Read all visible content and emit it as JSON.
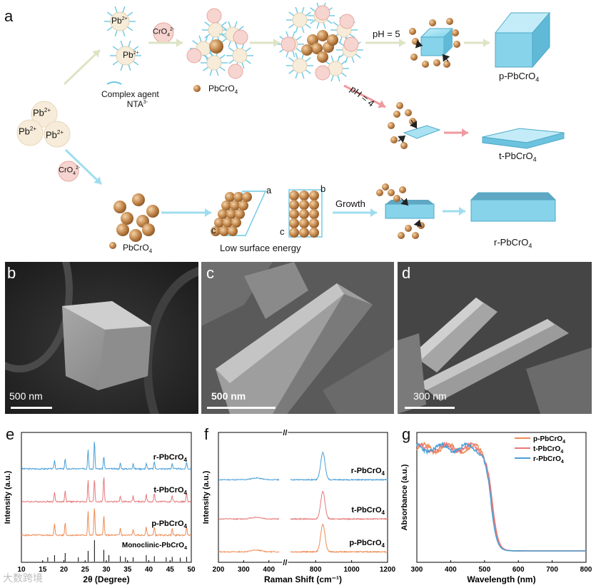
{
  "panel_a": {
    "letter": "a",
    "pb": "Pb",
    "pb_sup": "2+",
    "cro4": "CrO",
    "cro4_sub": "4",
    "cro4_sup": "2-",
    "complex_agent": "Complex agent",
    "nta": "NTA",
    "nta_sup": "3-",
    "pbcro4": "PbCrO",
    "pbcro4_sub": "4",
    "ph5": "pH = 5",
    "ph4": "pH = 4",
    "p_label": "p-PbCrO",
    "t_label": "t-PbCrO",
    "r_label": "r-PbCrO",
    "sub4": "4",
    "low_energy": "Low surface energy",
    "growth": "Growth",
    "axis_a": "a",
    "axis_b": "b",
    "axis_c": "c"
  },
  "sem": {
    "b": {
      "letter": "b",
      "scale": "500 nm"
    },
    "c": {
      "letter": "c",
      "scale": "500 nm"
    },
    "d": {
      "letter": "d",
      "scale": "300 nm"
    }
  },
  "watermark": "大数跨境",
  "chart_data": [
    {
      "panel": "e",
      "type": "line",
      "xlabel": "2θ (Degree)",
      "ylabel": "Intensity (a.u.)",
      "xlim": [
        10,
        50
      ],
      "xticks": [
        10,
        15,
        20,
        25,
        30,
        35,
        40,
        45,
        50
      ],
      "series": [
        {
          "name": "r-PbCrO4",
          "color": "#4a9fd8",
          "peaks": [
            [
              17.8,
              0.3
            ],
            [
              20.3,
              0.35
            ],
            [
              25.7,
              0.7
            ],
            [
              27.2,
              1.0
            ],
            [
              29.4,
              0.45
            ],
            [
              33.3,
              0.2
            ],
            [
              36.3,
              0.2
            ],
            [
              39.4,
              0.2
            ],
            [
              41.3,
              0.25
            ],
            [
              45.5,
              0.2
            ],
            [
              48.9,
              0.25
            ]
          ]
        },
        {
          "name": "t-PbCrO4",
          "color": "#e7787a",
          "peaks": [
            [
              17.8,
              0.35
            ],
            [
              20.3,
              0.4
            ],
            [
              25.7,
              0.75
            ],
            [
              27.2,
              0.8
            ],
            [
              29.4,
              0.9
            ],
            [
              33.3,
              0.2
            ],
            [
              36.3,
              0.2
            ],
            [
              39.4,
              0.25
            ],
            [
              41.3,
              0.3
            ],
            [
              45.5,
              0.2
            ],
            [
              48.9,
              0.3
            ]
          ]
        },
        {
          "name": "p-PbCrO4",
          "color": "#ef8c55",
          "peaks": [
            [
              17.8,
              0.4
            ],
            [
              20.3,
              0.45
            ],
            [
              25.7,
              0.85
            ],
            [
              27.2,
              1.0
            ],
            [
              29.4,
              0.7
            ],
            [
              33.3,
              0.25
            ],
            [
              36.3,
              0.2
            ],
            [
              39.4,
              0.3
            ],
            [
              41.3,
              0.3
            ],
            [
              45.5,
              0.25
            ],
            [
              48.9,
              0.3
            ]
          ]
        }
      ],
      "reference": {
        "name": "Monoclinic-PbCrO4",
        "lines": [
          [
            16.2,
            0.2
          ],
          [
            17.8,
            0.3
          ],
          [
            20.3,
            0.4
          ],
          [
            23.4,
            0.2
          ],
          [
            25.7,
            0.5
          ],
          [
            27.2,
            1.0
          ],
          [
            29.4,
            0.55
          ],
          [
            30.6,
            0.3
          ],
          [
            33.3,
            0.25
          ],
          [
            34.5,
            0.2
          ],
          [
            36.3,
            0.2
          ],
          [
            39.4,
            0.3
          ],
          [
            41.3,
            0.25
          ],
          [
            44.1,
            0.2
          ],
          [
            45.5,
            0.22
          ],
          [
            47.4,
            0.18
          ],
          [
            48.9,
            0.22
          ]
        ]
      }
    },
    {
      "panel": "f",
      "type": "line",
      "xlabel": "Raman Shift (cm⁻¹)",
      "ylabel": "Intensity (a.u.)",
      "xticks": [
        200,
        300,
        400,
        800,
        1000,
        1200
      ],
      "peak": 840,
      "series": [
        {
          "name": "r-PbCrO4",
          "color": "#4a9fd8"
        },
        {
          "name": "t-PbCrO4",
          "color": "#e7787a"
        },
        {
          "name": "p-PbCrO4",
          "color": "#ef8c55"
        }
      ]
    },
    {
      "panel": "g",
      "type": "line",
      "xlabel": "Wavelength (nm)",
      "ylabel": "Absorbance (a.u.)",
      "xlim": [
        300,
        800
      ],
      "xticks": [
        300,
        400,
        500,
        600,
        700,
        800
      ],
      "legend_position": "top-right",
      "series": [
        {
          "name": "p-PbCrO4",
          "color": "#ef8c55",
          "edge": 520
        },
        {
          "name": "t-PbCrO4",
          "color": "#e7787a",
          "edge": 522
        },
        {
          "name": "r-PbCrO4",
          "color": "#4a9fd8",
          "edge": 518
        }
      ]
    }
  ]
}
